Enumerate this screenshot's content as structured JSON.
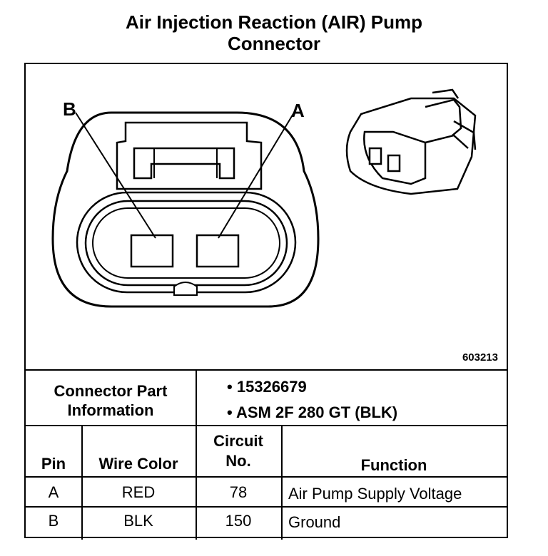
{
  "title_line1": "Air Injection Reaction (AIR) Pump",
  "title_line2": "Connector",
  "figure_number": "603213",
  "pin_labels": {
    "left": "B",
    "right": "A"
  },
  "part_info": {
    "label_line1": "Connector Part",
    "label_line2": "Information",
    "items": [
      "15326679",
      "ASM 2F 280 GT (BLK)"
    ]
  },
  "table": {
    "headers": {
      "pin": "Pin",
      "wire_color": "Wire Color",
      "circuit_line1": "Circuit",
      "circuit_line2": "No.",
      "function": "Function"
    },
    "rows": [
      {
        "pin": "A",
        "wire_color": "RED",
        "circuit": "78",
        "function": "Air Pump Supply Voltage"
      },
      {
        "pin": "B",
        "wire_color": "BLK",
        "circuit": "150",
        "function": "Ground"
      }
    ]
  }
}
